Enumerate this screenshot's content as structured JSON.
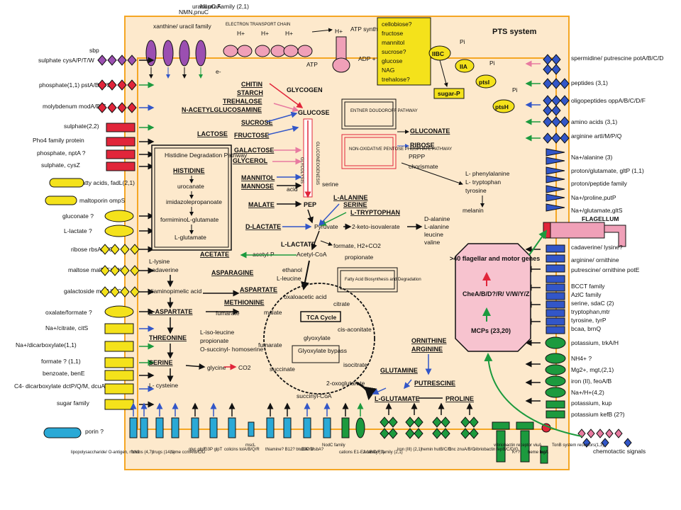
{
  "labels": {
    "pts_title": "PTS system",
    "etc": "ELECTRON TRANSPORT CHAIN",
    "atp_synthase": "ATP synthase",
    "atp": "ATP",
    "adp_pi": "ADP + Pi",
    "h_plus": "H+",
    "e_minus": "e-",
    "pi": "Pi",
    "top_transporters": [
      "xanthine/ uracil family",
      "NMN,pnuC",
      "uracil uraA",
      "NupC Family (2,1)"
    ],
    "sugars_box": [
      "cellobiose?",
      "fructose",
      "mannitol",
      "sucrose?",
      "glucose",
      "NAG",
      "trehalose?"
    ],
    "pts_proteins": [
      "IIBC",
      "IIA",
      "ptsI",
      "ptsH",
      "sugar-P"
    ],
    "left_transporters": [
      "sbp",
      "sulphate cysA/P/T/W",
      "phosphate(1,1) pstA/B/C/S",
      "molybdenum modA/B/C",
      "sulphate(2,2)",
      "Pho4 family protein",
      "phosphate, nptA ?",
      "sulphate, cysZ",
      "fatty acids, fadL(2,1)",
      "maltoporin ompS",
      "gluconate ?",
      "L-lactate ?",
      "ribose rbsA/B/C/D",
      "maltose malE/F/G/K",
      "galactoside mglA/B/C",
      "oxalate/formate ?",
      "Na+/citrate, citS",
      "Na+/dicarboxylate(1,1)",
      "formate ? (1,1)",
      "benzoate, benE",
      "C4- dicarboxylate dctP/Q/M, dcuA/B/C",
      "sugar family",
      "porin ?"
    ],
    "right_transporters": [
      "spermidine/ putrescine potA/B/C/D",
      "peptides (3,1)",
      "oligopeptides oppA/B/C/D/F",
      "amino acids (3,1)",
      "arginine artI/M/P/Q",
      "Na+/alanine (3)",
      "proton/glutamate, gltP (1,1)",
      "proton/peptide family",
      "Na+/proline,putP",
      "Na+/glutamate,gltS",
      "FLAGELLUM",
      "cadaverine/ lysine?",
      "arginine/ ornithine",
      "putrescine/ ornithine potE",
      "BCCT family",
      "AzlC family",
      "serine, sdaC (2)",
      "tryptophan,mtr",
      "tyrosine, tyrP",
      "bcaa, brnQ",
      "potassium, trkA/H",
      "NH4+ ?",
      "Mg2+, mgt,(2,1)",
      "iron (II), feoA/B",
      "Na+/H+(4,2)",
      "potassium, kup",
      "potassium kefB (2?)",
      "chemotactic signals"
    ],
    "bottom_transporters": [
      "lipopolysaccharide/ O-antigen, rfbN1",
      "toxins (4,7)",
      "drugs (14,1)",
      "heme ccmA/B/C/D",
      "glyc glpF",
      "G3P glpT",
      "colicins tolA/B/Q/R",
      "mscL",
      "thiamine? B12? btuB/C/D",
      "G3P MsbA?",
      "NodC family",
      "cations E1-E2 family (3)",
      "AcrB/D/F family (2,1)",
      "iron (III) (2,1)",
      "hemin hutB/C/D",
      "zinc znuA/B/C",
      "vibriobactin fepB/C/D/G",
      "vibriobactin receptor viuA",
      "K+?",
      "heme hutA",
      "irgA",
      "TonB system receptors(1,3)"
    ],
    "metabolites": [
      "CHITIN",
      "STARCH",
      "TREHALOSE",
      "N-ACETYLGLUCOSAMINE",
      "GLYCOGEN",
      "GLUCOSE",
      "SUCROSE",
      "FRUCTOSE",
      "LACTOSE",
      "GALACTOSE",
      "GLYCEROL",
      "MANNITOL",
      "MANNOSE",
      "MALATE",
      "PEP",
      "D-LACTATE",
      "Pyruvate",
      "L-LACTATE",
      "formate, H2+CO2",
      "Acetyl-CoA",
      "ACETATE",
      "acetyl-P",
      "ethanol",
      "L-leucine",
      "propionate",
      "ASPARAGINE",
      "ASPARTATE",
      "METHIONINE",
      "fumarate",
      "L-lysine",
      "cadaverine",
      "diaminopimelic acid",
      "L-ASPARTATE",
      "THREONINE",
      "L-iso-leucine",
      "propionate",
      "O-succinyl- homoserine",
      "SERINE",
      "glycine",
      "CO2",
      "L- cysteine",
      "GLUCONATE",
      "RIBOSE",
      "PRPP",
      "chorismate",
      "L- phenylalanine",
      "L- tryptophan",
      "tyrosine",
      "melanin",
      "L-ALANINE",
      "SERINE",
      "L-TRYPTOPHAN",
      "2-keto-isovalerate",
      "D-alanine",
      "L-alanine",
      "leucine",
      "valine",
      "serine",
      "acid",
      "ORNITHINE",
      "ARGININE",
      "GLUTAMINE",
      "PUTRESCINE",
      "L-GLUTAMATE",
      "PROLINE"
    ],
    "tca": [
      "oxaloacetic acid",
      "citrate",
      "malate",
      "cis-aconitate",
      "glyoxylate",
      "fumarate",
      "isocitrate",
      "succinate",
      "2-oxoglutarate",
      "succinyl-CoA"
    ],
    "boxes": {
      "histidine_title": "Histidine Degradation Pathway",
      "histidine_steps": [
        "HISTIDINE",
        "urocanate",
        "imidazolepropanoate",
        "formiminoL-glutamate",
        "L-glutamate"
      ],
      "tca_title": "TCA Cycle",
      "glyox": "Glyoxylate bypass",
      "fatty": "Fatty Acid Biosynthesis and Degradation",
      "entner": "ENTNER DOUDOROFF PATHWAY",
      "nonox": "NON-OXIDATIVE PENTOSE PHOSPHATE PATHWAY",
      "glycolysis": "GLYCOLYSIS",
      "gluconeo": "GLUCONEOGENESIS"
    },
    "flagellar": {
      "genes": ">40 flagellar and motor genes",
      "che": "CheA/B/D?/R/ V/W/Y/Z",
      "mcps": "MCPs (23,20)"
    }
  },
  "colors": {
    "cell": "#fde9cc",
    "membrane": "#f5a623",
    "purple": "#9b4fb1",
    "pink": "#f0a0b8",
    "red": "#e1253a",
    "yellow": "#f4e21b",
    "cyan": "#2aa9d6",
    "green": "#1c9a3e",
    "blue": "#3256c8",
    "octagon": "#f7c3cf"
  }
}
